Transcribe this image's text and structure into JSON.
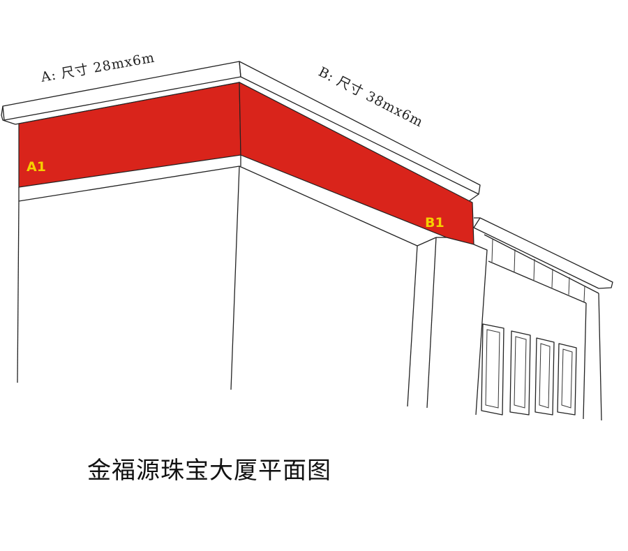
{
  "diagram": {
    "sign_a": {
      "dimension_label": "A: 尺寸 28mx6m",
      "panel_label": "A1"
    },
    "sign_b": {
      "dimension_label": "B: 尺寸 38mx6m",
      "panel_label": "B1"
    },
    "caption": "金福源珠宝大厦平面图"
  },
  "colors": {
    "sign_fill": "#d9241b",
    "panel_label": "#f5d000",
    "line": "#222222",
    "background": "#ffffff"
  }
}
